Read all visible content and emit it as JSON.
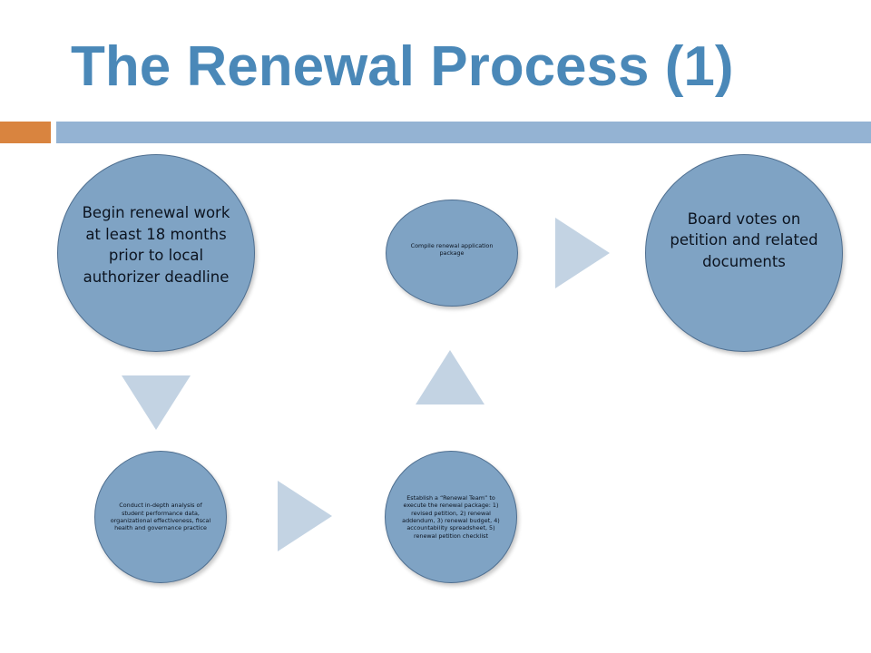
{
  "slide": {
    "title": "The Renewal Process (1)"
  },
  "colors": {
    "title": "#4a88b8",
    "accent_orange": "#d9843f",
    "accent_blue": "#94b3d3",
    "circle_fill": "#7fa3c4",
    "circle_border": "#4f6f90",
    "arrow_fill": "#c3d3e3"
  },
  "steps": [
    {
      "text": "Begin renewal work at least 18 months prior to local authorizer deadline"
    },
    {
      "text": "Conduct in-depth analysis of student performance data, organizational effectiveness, fiscal health and governance practice"
    },
    {
      "text": "Establish a “Renewal Team” to execute the renewal package: 1) revised petition, 2) renewal addendum, 3) renewal budget, 4) accountability spreadsheet, 5) renewal petition checklist"
    },
    {
      "text": "Compile renewal application package"
    },
    {
      "text": "Board votes on petition and related documents"
    }
  ],
  "arrows": [
    {
      "icon": "down-triangle"
    },
    {
      "icon": "right-triangle"
    },
    {
      "icon": "up-triangle"
    },
    {
      "icon": "right-triangle"
    }
  ]
}
